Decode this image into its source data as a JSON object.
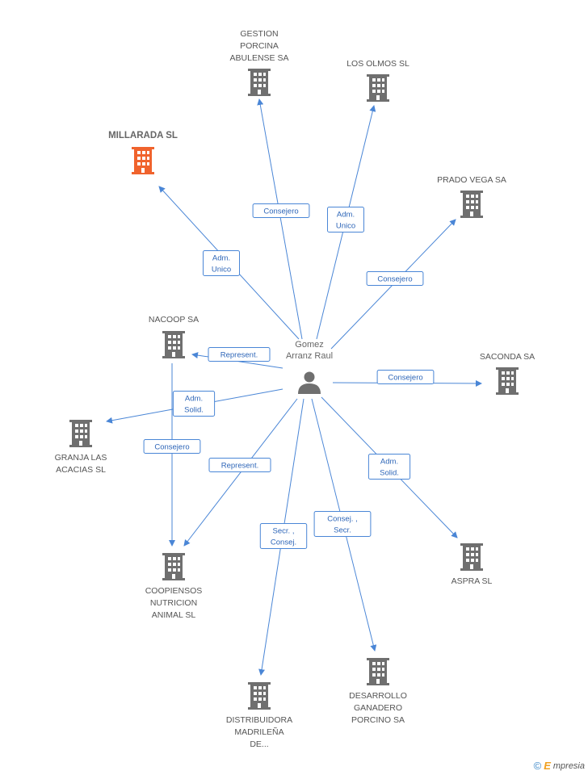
{
  "person": {
    "name_lines": [
      "Gomez",
      "Arranz Raul"
    ]
  },
  "companies": [
    {
      "id": "millarada",
      "lines": [
        "MILLARADA SL"
      ],
      "highlight": true
    },
    {
      "id": "gestion",
      "lines": [
        "GESTION",
        "PORCINA",
        "ABULENSE SA"
      ]
    },
    {
      "id": "olmos",
      "lines": [
        "LOS OLMOS SL"
      ]
    },
    {
      "id": "pradovega",
      "lines": [
        "PRADO VEGA SA"
      ]
    },
    {
      "id": "nacoop",
      "lines": [
        "NACOOP SA"
      ]
    },
    {
      "id": "saconda",
      "lines": [
        "SACONDA SA"
      ]
    },
    {
      "id": "granja",
      "lines": [
        "GRANJA LAS",
        "ACACIAS SL"
      ]
    },
    {
      "id": "coopiensos",
      "lines": [
        "COOPIENSOS",
        "NUTRICION",
        "ANIMAL  SL"
      ]
    },
    {
      "id": "aspra",
      "lines": [
        "ASPRA SL"
      ]
    },
    {
      "id": "desarrollo",
      "lines": [
        "DESARROLLO",
        "GANADERO",
        "PORCINO SA"
      ]
    },
    {
      "id": "distribuidora",
      "lines": [
        "DISTRIBUIDORA",
        "MADRILEÑA",
        "DE..."
      ]
    }
  ],
  "relations": [
    {
      "to": "millarada",
      "label": [
        "Adm.",
        "Unico"
      ]
    },
    {
      "to": "gestion",
      "label": [
        "Consejero"
      ]
    },
    {
      "to": "olmos",
      "label": [
        "Adm.",
        "Unico"
      ]
    },
    {
      "to": "pradovega",
      "label": [
        "Consejero"
      ]
    },
    {
      "to": "nacoop",
      "label": [
        "Represent."
      ]
    },
    {
      "to": "saconda",
      "label": [
        "Consejero"
      ]
    },
    {
      "to": "granja",
      "label": [
        "Adm.",
        "Solid."
      ]
    },
    {
      "from": "nacoop",
      "to": "coopiensos",
      "label": [
        "Consejero"
      ]
    },
    {
      "to": "coopiensos",
      "label": [
        "Represent."
      ]
    },
    {
      "to": "aspra",
      "label": [
        "Adm.",
        "Solid."
      ]
    },
    {
      "to": "desarrollo",
      "label": [
        "Consej. ,",
        "Secr."
      ]
    },
    {
      "to": "distribuidora",
      "label": [
        "Secr. ,",
        "Consej."
      ]
    }
  ],
  "footer": {
    "copyright_symbol": "©",
    "brand_initial": "E",
    "brand_rest": "mpresia"
  },
  "colors": {
    "edge": "#4a86d6",
    "building": "#6f6f6f",
    "building_highlight": "#f0632d",
    "person": "#6f6f6f"
  }
}
